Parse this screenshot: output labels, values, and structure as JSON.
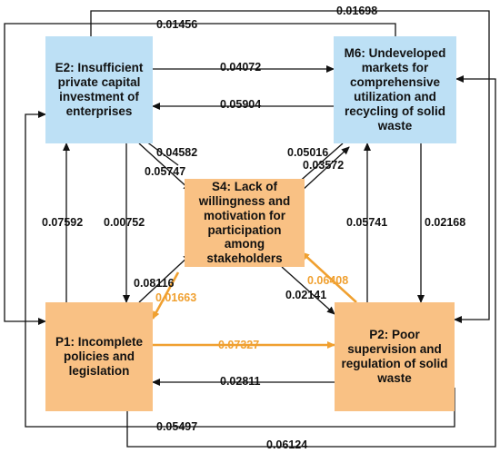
{
  "colors": {
    "box_blue": "#bde0f5",
    "box_orange": "#f9c184",
    "edge_default": "#111111",
    "edge_highlight": "#f0a030"
  },
  "nodes": {
    "e2": {
      "label": "E2: Insufficient private capital investment of enterprises"
    },
    "m6": {
      "label": "M6: Undeveloped markets for comprehensive utilization and recycling of solid waste"
    },
    "s4": {
      "label": "S4: Lack of willingness and motivation for participation among stakeholders"
    },
    "p1": {
      "label": "P1: Incomplete policies and legislation"
    },
    "p2": {
      "label": "P2: Poor supervision and regulation of solid waste"
    }
  },
  "edges": [
    {
      "id": "e2-m6",
      "from": "E2",
      "to": "M6",
      "weight": "0.04072",
      "highlight": false
    },
    {
      "id": "m6-e2",
      "from": "M6",
      "to": "E2",
      "weight": "0.05904",
      "highlight": false
    },
    {
      "id": "m6-p1",
      "from": "M6",
      "to": "P1",
      "weight": "0.01456",
      "highlight": false
    },
    {
      "id": "m6-p2",
      "from": "M6",
      "to": "P2",
      "weight": "0.02168",
      "highlight": false
    },
    {
      "id": "e2-s4",
      "from": "E2",
      "to": "S4",
      "weight": "0.05747",
      "highlight": false
    },
    {
      "id": "s4-e2",
      "from": "S4",
      "to": "E2",
      "weight": "0.04582",
      "highlight": false
    },
    {
      "id": "m6-s4",
      "from": "M6",
      "to": "S4",
      "weight": "0.05016",
      "highlight": false
    },
    {
      "id": "s4-m6",
      "from": "S4",
      "to": "M6",
      "weight": "0.03572",
      "highlight": false
    },
    {
      "id": "p1-e2",
      "from": "P1",
      "to": "E2",
      "weight": "0.07592",
      "highlight": false
    },
    {
      "id": "e2-p1",
      "from": "E2",
      "to": "P1",
      "weight": "0.00752",
      "highlight": false
    },
    {
      "id": "p2-m6",
      "from": "P2",
      "to": "M6",
      "weight": "0.05741",
      "highlight": false
    },
    {
      "id": "e2-p2",
      "from": "E2",
      "to": "P2",
      "weight": "0.01698",
      "highlight": false
    },
    {
      "id": "p1-s4",
      "from": "P1",
      "to": "S4",
      "weight": "0.08116",
      "highlight": false
    },
    {
      "id": "s4-p1",
      "from": "S4",
      "to": "P1",
      "weight": "0.01663",
      "highlight": true
    },
    {
      "id": "p2-s4",
      "from": "P2",
      "to": "S4",
      "weight": "0.06408",
      "highlight": true
    },
    {
      "id": "s4-p2",
      "from": "S4",
      "to": "P2",
      "weight": "0.02141",
      "highlight": false
    },
    {
      "id": "p1-p2",
      "from": "P1",
      "to": "P2",
      "weight": "0.07327",
      "highlight": true
    },
    {
      "id": "p2-p1",
      "from": "P2",
      "to": "P1",
      "weight": "0.02811",
      "highlight": false
    },
    {
      "id": "p2-e2",
      "from": "P2",
      "to": "E2",
      "weight": "0.05497",
      "highlight": false
    },
    {
      "id": "p1-m6",
      "from": "P1",
      "to": "M6",
      "weight": "0.06124",
      "highlight": false
    }
  ]
}
